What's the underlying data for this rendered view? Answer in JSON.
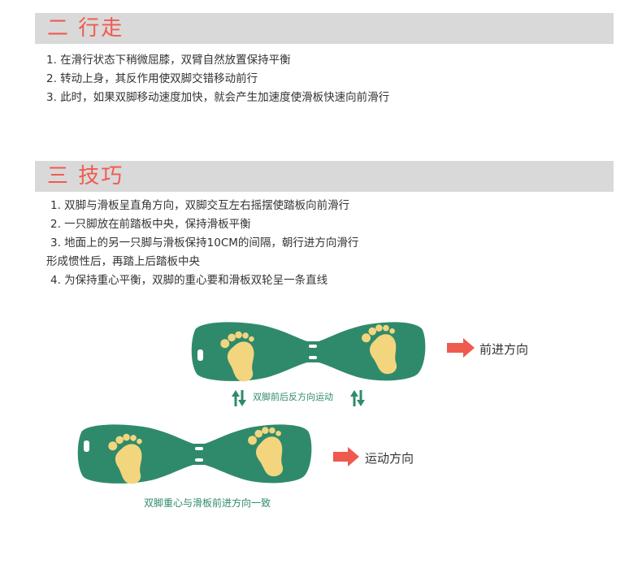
{
  "section_walk": {
    "title": "二 行走",
    "items": [
      "1. 在滑行状态下稍微屈膝，双臂自然放置保持平衡",
      "2. 转动上身，其反作用使双脚交错移动前行",
      "3. 此时，如果双脚移动速度加快，就会产生加速度使滑板快速向前滑行"
    ]
  },
  "section_tips": {
    "title": "三 技巧",
    "items": [
      "1. 双脚与滑板呈直角方向，双脚交互左右摇摆使踏板向前滑行",
      "2. 一只脚放在前踏板中央，保持滑板平衡",
      "3. 地面上的另一只脚与滑板保持10CM的间隔，朝行进方向滑行",
      "形成惯性后，再踏上后踏板中央",
      "4. 为保持重心平衡，双脚的重心要和滑板双轮呈一条直线"
    ]
  },
  "diagram": {
    "forward_label": "前进方向",
    "swing_label": "双脚前后反方向运动",
    "motion_label": "运动方向",
    "caption": "双脚重心与滑板前进方向一致"
  },
  "colors": {
    "heading": "#f05b4f",
    "header_bar": "#d9d9d9",
    "board": "#2f8a6c",
    "foot": "#f3d57e",
    "arrow": "#ef5a4e",
    "diagram_text": "#2f8a6c"
  }
}
